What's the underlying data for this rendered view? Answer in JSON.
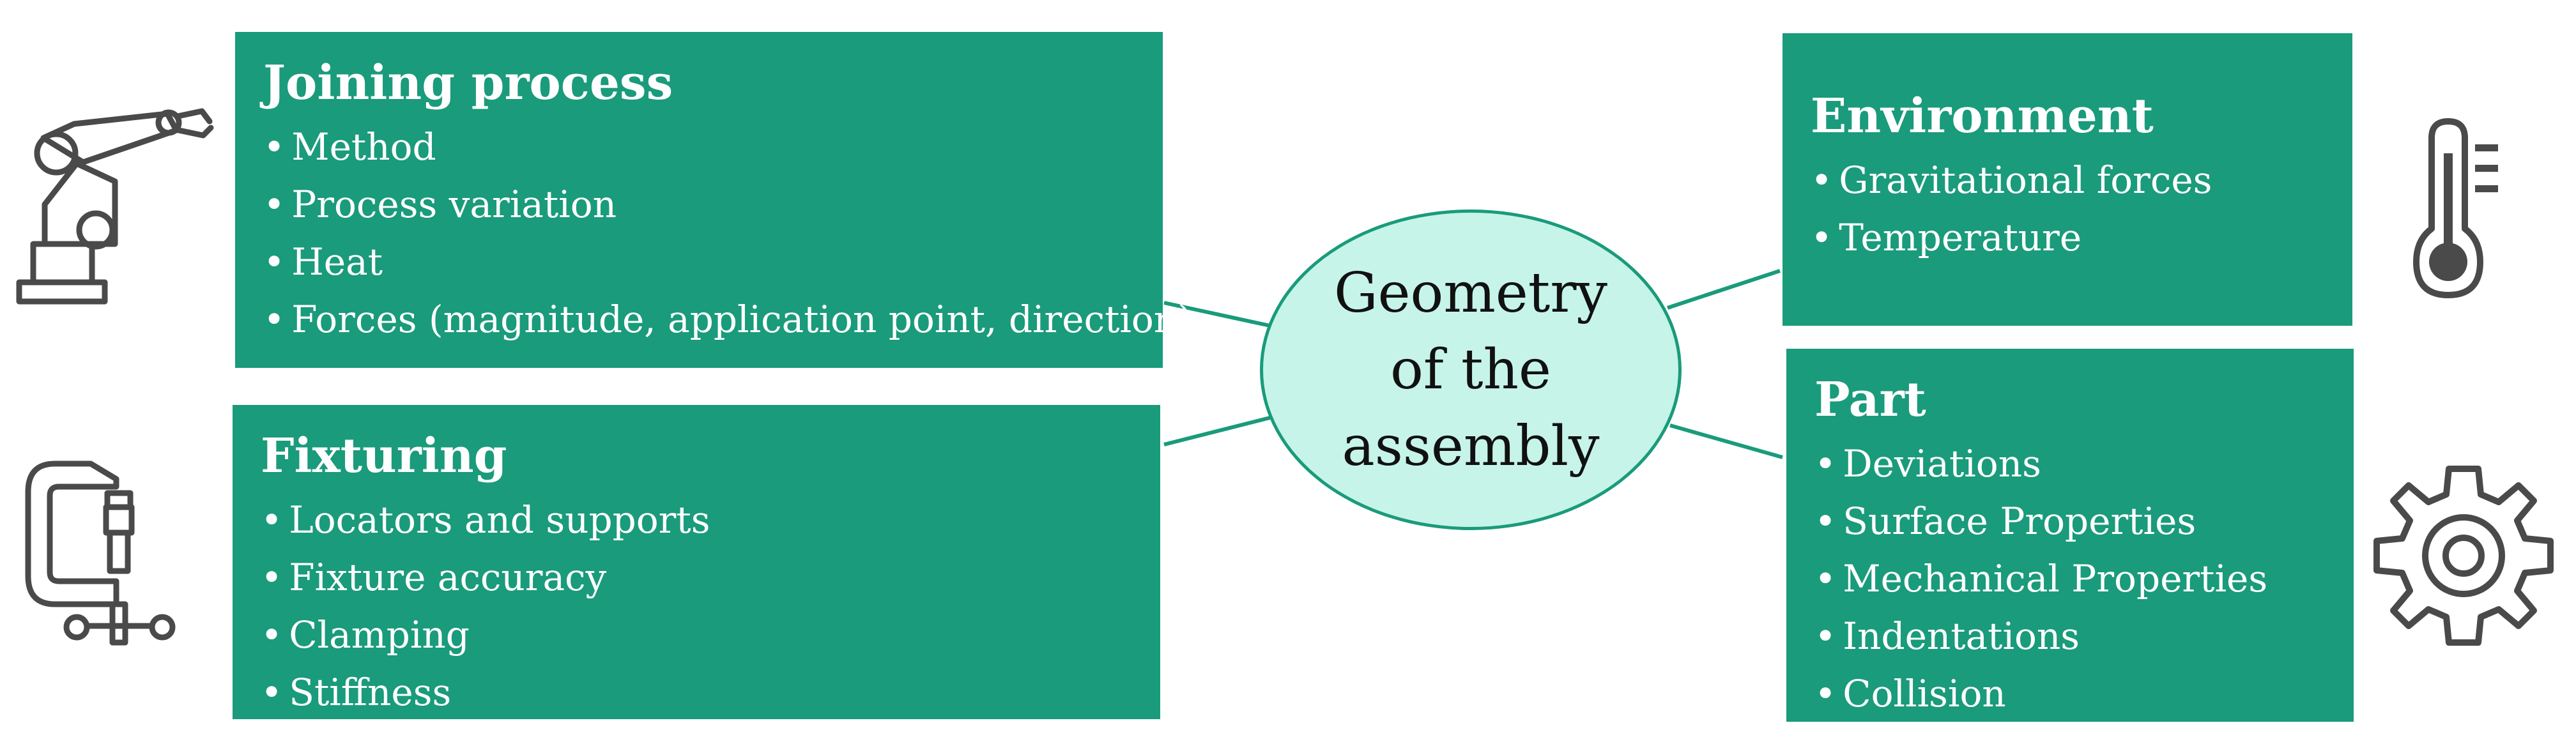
{
  "center": {
    "label": "Geometry of the assembly"
  },
  "boxes": {
    "joining": {
      "title": "Joining process",
      "items": [
        "Method",
        "Process variation",
        "Heat",
        "Forces (magnitude, application point, direction)"
      ]
    },
    "fixturing": {
      "title": "Fixturing",
      "items": [
        "Locators and supports",
        "Fixture accuracy",
        "Clamping",
        "Stiffness"
      ]
    },
    "environment": {
      "title": "Environment",
      "items": [
        "Gravitational forces",
        "Temperature"
      ]
    },
    "part": {
      "title": "Part",
      "items": [
        "Deviations",
        "Surface Properties",
        "Mechanical Properties",
        "Indentations",
        "Collision"
      ]
    }
  },
  "icons": {
    "joining": "robot-arm-icon",
    "fixturing": "c-clamp-icon",
    "environment": "thermometer-icon",
    "part": "gear-icon"
  },
  "colors": {
    "box_fill": "#1a9b7b",
    "center_fill": "#c6f4e8",
    "icon_stroke": "#4a4a4a"
  }
}
